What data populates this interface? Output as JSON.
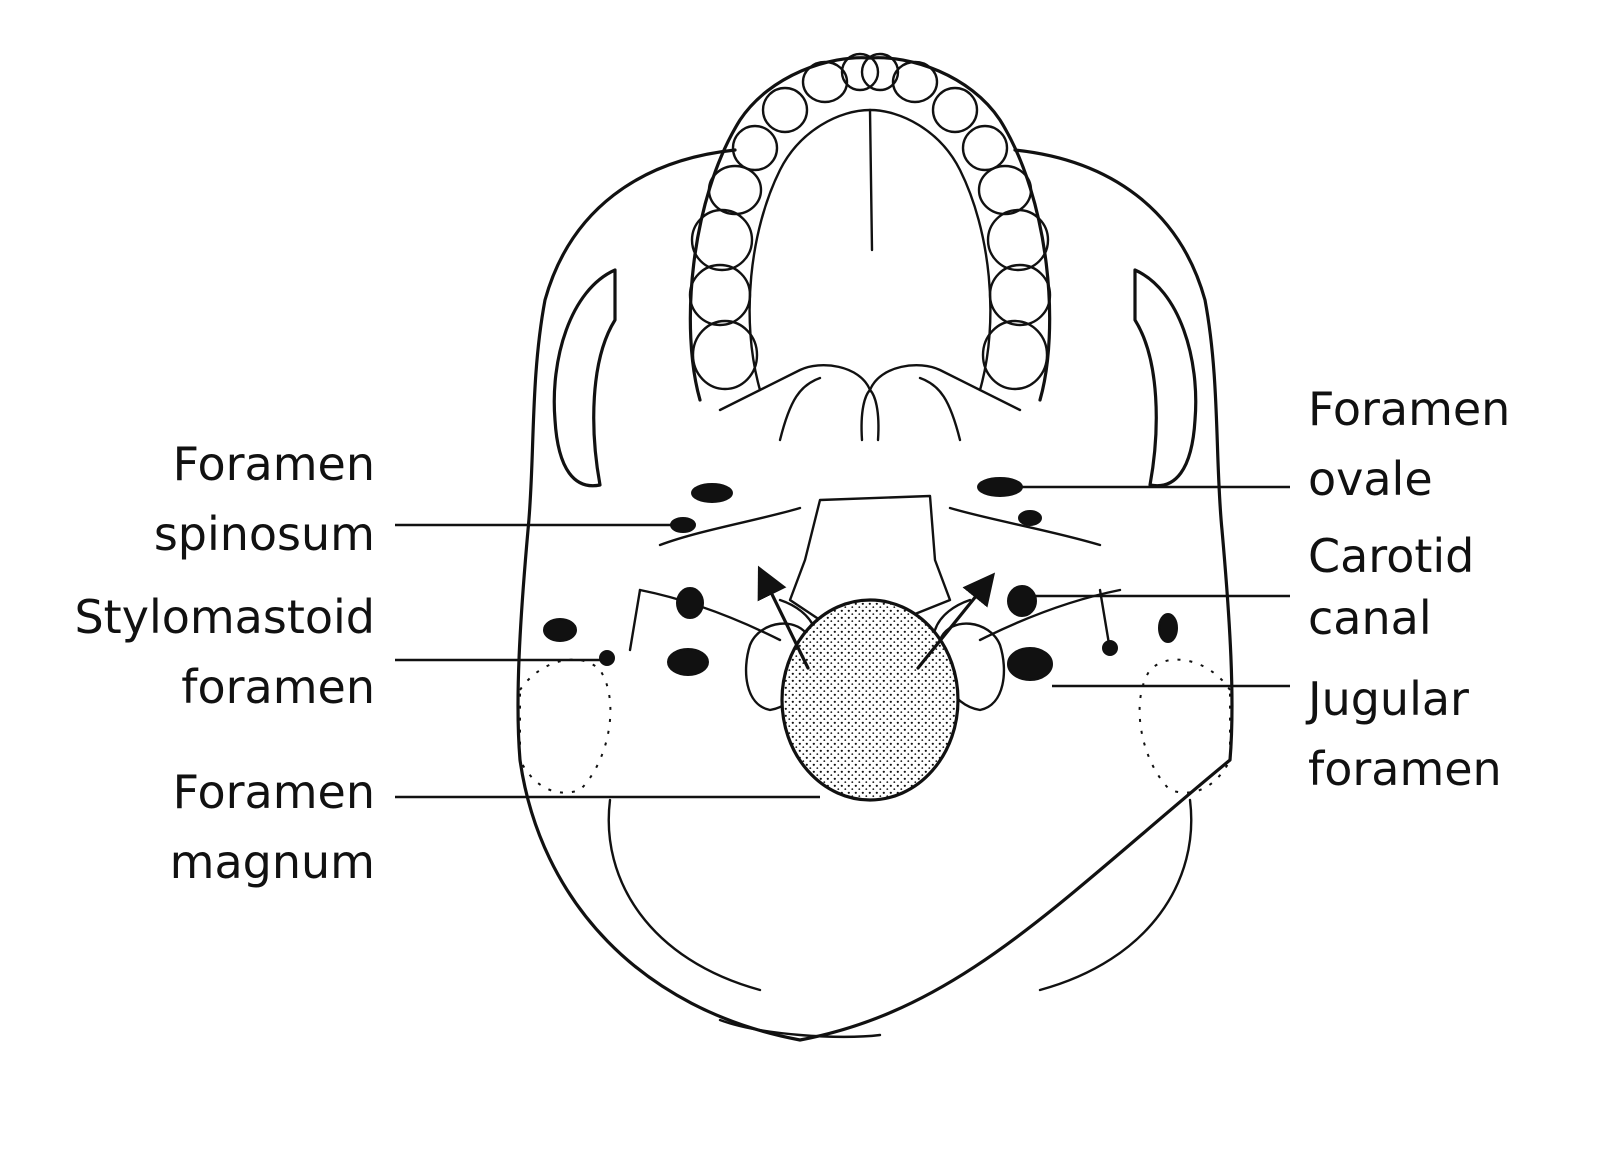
{
  "labels": {
    "foramen_spinosum": {
      "line1": "Foramen",
      "line2": "spinosum"
    },
    "stylomastoid_foramen": {
      "line1": "Stylomastoid",
      "line2": "foramen"
    },
    "foramen_magnum": {
      "line1": "Foramen",
      "line2": "magnum"
    },
    "foramen_ovale": {
      "line1": "Foramen",
      "line2": "ovale"
    },
    "carotid_canal": {
      "line1": "Carotid",
      "line2": "canal"
    },
    "jugular_foramen": {
      "line1": "Jugular",
      "line2": "foramen"
    }
  },
  "colors": {
    "ink": "#111111",
    "background": "#ffffff"
  }
}
